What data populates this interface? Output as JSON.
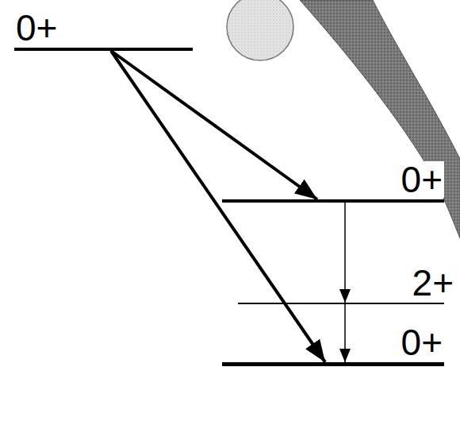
{
  "diagram": {
    "nodes": [
      {
        "text": [
          "0+"
        ]
      },
      {
        "text": [
          "0+"
        ]
      },
      {
        "text": [
          "2+"
        ]
      },
      {
        "text": [
          "0+"
        ]
      }
    ],
    "edges": [
      {
        "from": 0,
        "to": 1,
        "arrow": "to"
      },
      {
        "from": 0,
        "to": 3,
        "arrow": "to"
      },
      {
        "from": 1,
        "to": 2,
        "arrow": "to"
      },
      {
        "from": 2,
        "to": 3,
        "arrow": "to"
      }
    ]
  }
}
